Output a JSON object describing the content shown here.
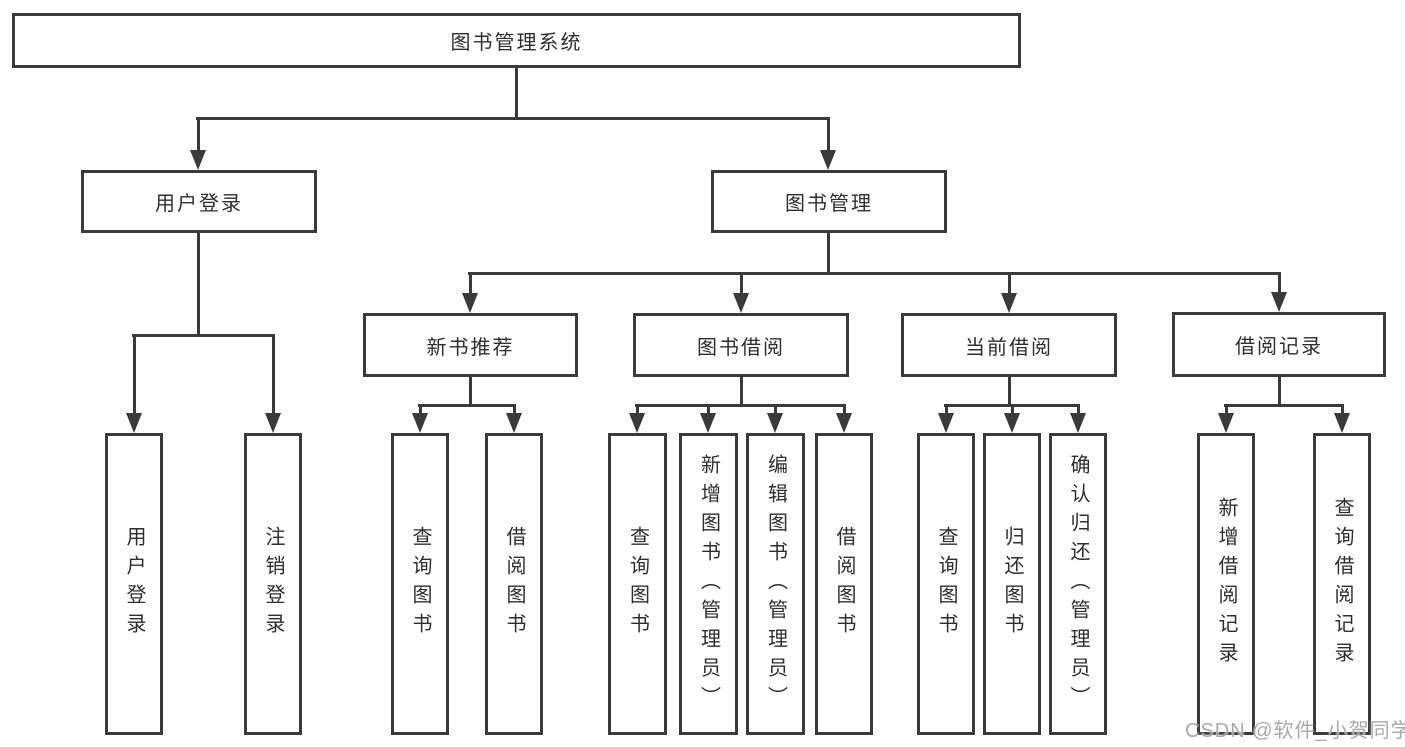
{
  "diagram": {
    "root": {
      "label": "图书管理系统"
    },
    "branches": {
      "user_login": {
        "label": "用户登录",
        "children": {
          "login": {
            "label": "用户登录"
          },
          "logout": {
            "label": "注销登录"
          }
        }
      },
      "book_mgmt": {
        "label": "图书管理",
        "children": {
          "new_book": {
            "label": "新书推荐",
            "children": {
              "query": {
                "label": "查询图书"
              },
              "borrow": {
                "label": "借阅图书"
              }
            }
          },
          "book_borrow": {
            "label": "图书借阅",
            "children": {
              "query": {
                "label": "查询图书"
              },
              "add": {
                "label": "新增图书（管理员）"
              },
              "edit": {
                "label": "编辑图书（管理员）"
              },
              "borrow": {
                "label": "借阅图书"
              }
            }
          },
          "current_borrow": {
            "label": "当前借阅",
            "children": {
              "query": {
                "label": "查询图书"
              },
              "return": {
                "label": "归还图书"
              },
              "confirm": {
                "label": "确认归还（管理员）"
              }
            }
          },
          "borrow_records": {
            "label": "借阅记录",
            "children": {
              "add": {
                "label": "新增借阅记录"
              },
              "query": {
                "label": "查询借阅记录"
              }
            }
          }
        }
      }
    }
  },
  "watermark": {
    "text": "CSDN @软件_小贺同学"
  },
  "colors": {
    "line": "#3a3a3a",
    "text": "#2e2e2e",
    "watermark": "#a9a9a9",
    "background": "#ffffff"
  }
}
